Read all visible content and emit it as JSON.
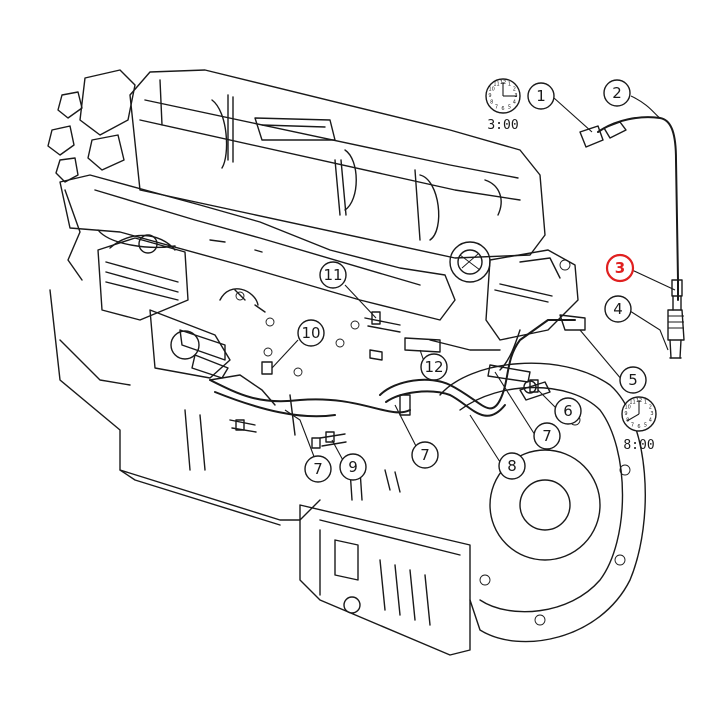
{
  "diagram": {
    "callouts": [
      {
        "id": "c1",
        "label": "1",
        "highlight": false
      },
      {
        "id": "c2",
        "label": "2",
        "highlight": false
      },
      {
        "id": "c3",
        "label": "3",
        "highlight": true
      },
      {
        "id": "c4",
        "label": "4",
        "highlight": false
      },
      {
        "id": "c5",
        "label": "5",
        "highlight": false
      },
      {
        "id": "c6",
        "label": "6",
        "highlight": false
      },
      {
        "id": "c7a",
        "label": "7",
        "highlight": false
      },
      {
        "id": "c7b",
        "label": "7",
        "highlight": false
      },
      {
        "id": "c7c",
        "label": "7",
        "highlight": false
      },
      {
        "id": "c8",
        "label": "8",
        "highlight": false
      },
      {
        "id": "c9",
        "label": "9",
        "highlight": false
      },
      {
        "id": "c10",
        "label": "10",
        "highlight": false
      },
      {
        "id": "c11",
        "label": "11",
        "highlight": false
      },
      {
        "id": "c12",
        "label": "12",
        "highlight": false
      }
    ],
    "clocks": [
      {
        "id": "clock-top",
        "label": "3:00"
      },
      {
        "id": "clock-right",
        "label": "8:00"
      }
    ],
    "clock_numerals": [
      "12",
      "1",
      "2",
      "3",
      "4",
      "5",
      "6",
      "7",
      "8",
      "9",
      "10",
      "11"
    ],
    "colors": {
      "line": "#1a1a1a",
      "highlight": "#e02020",
      "background": "#ffffff"
    }
  }
}
